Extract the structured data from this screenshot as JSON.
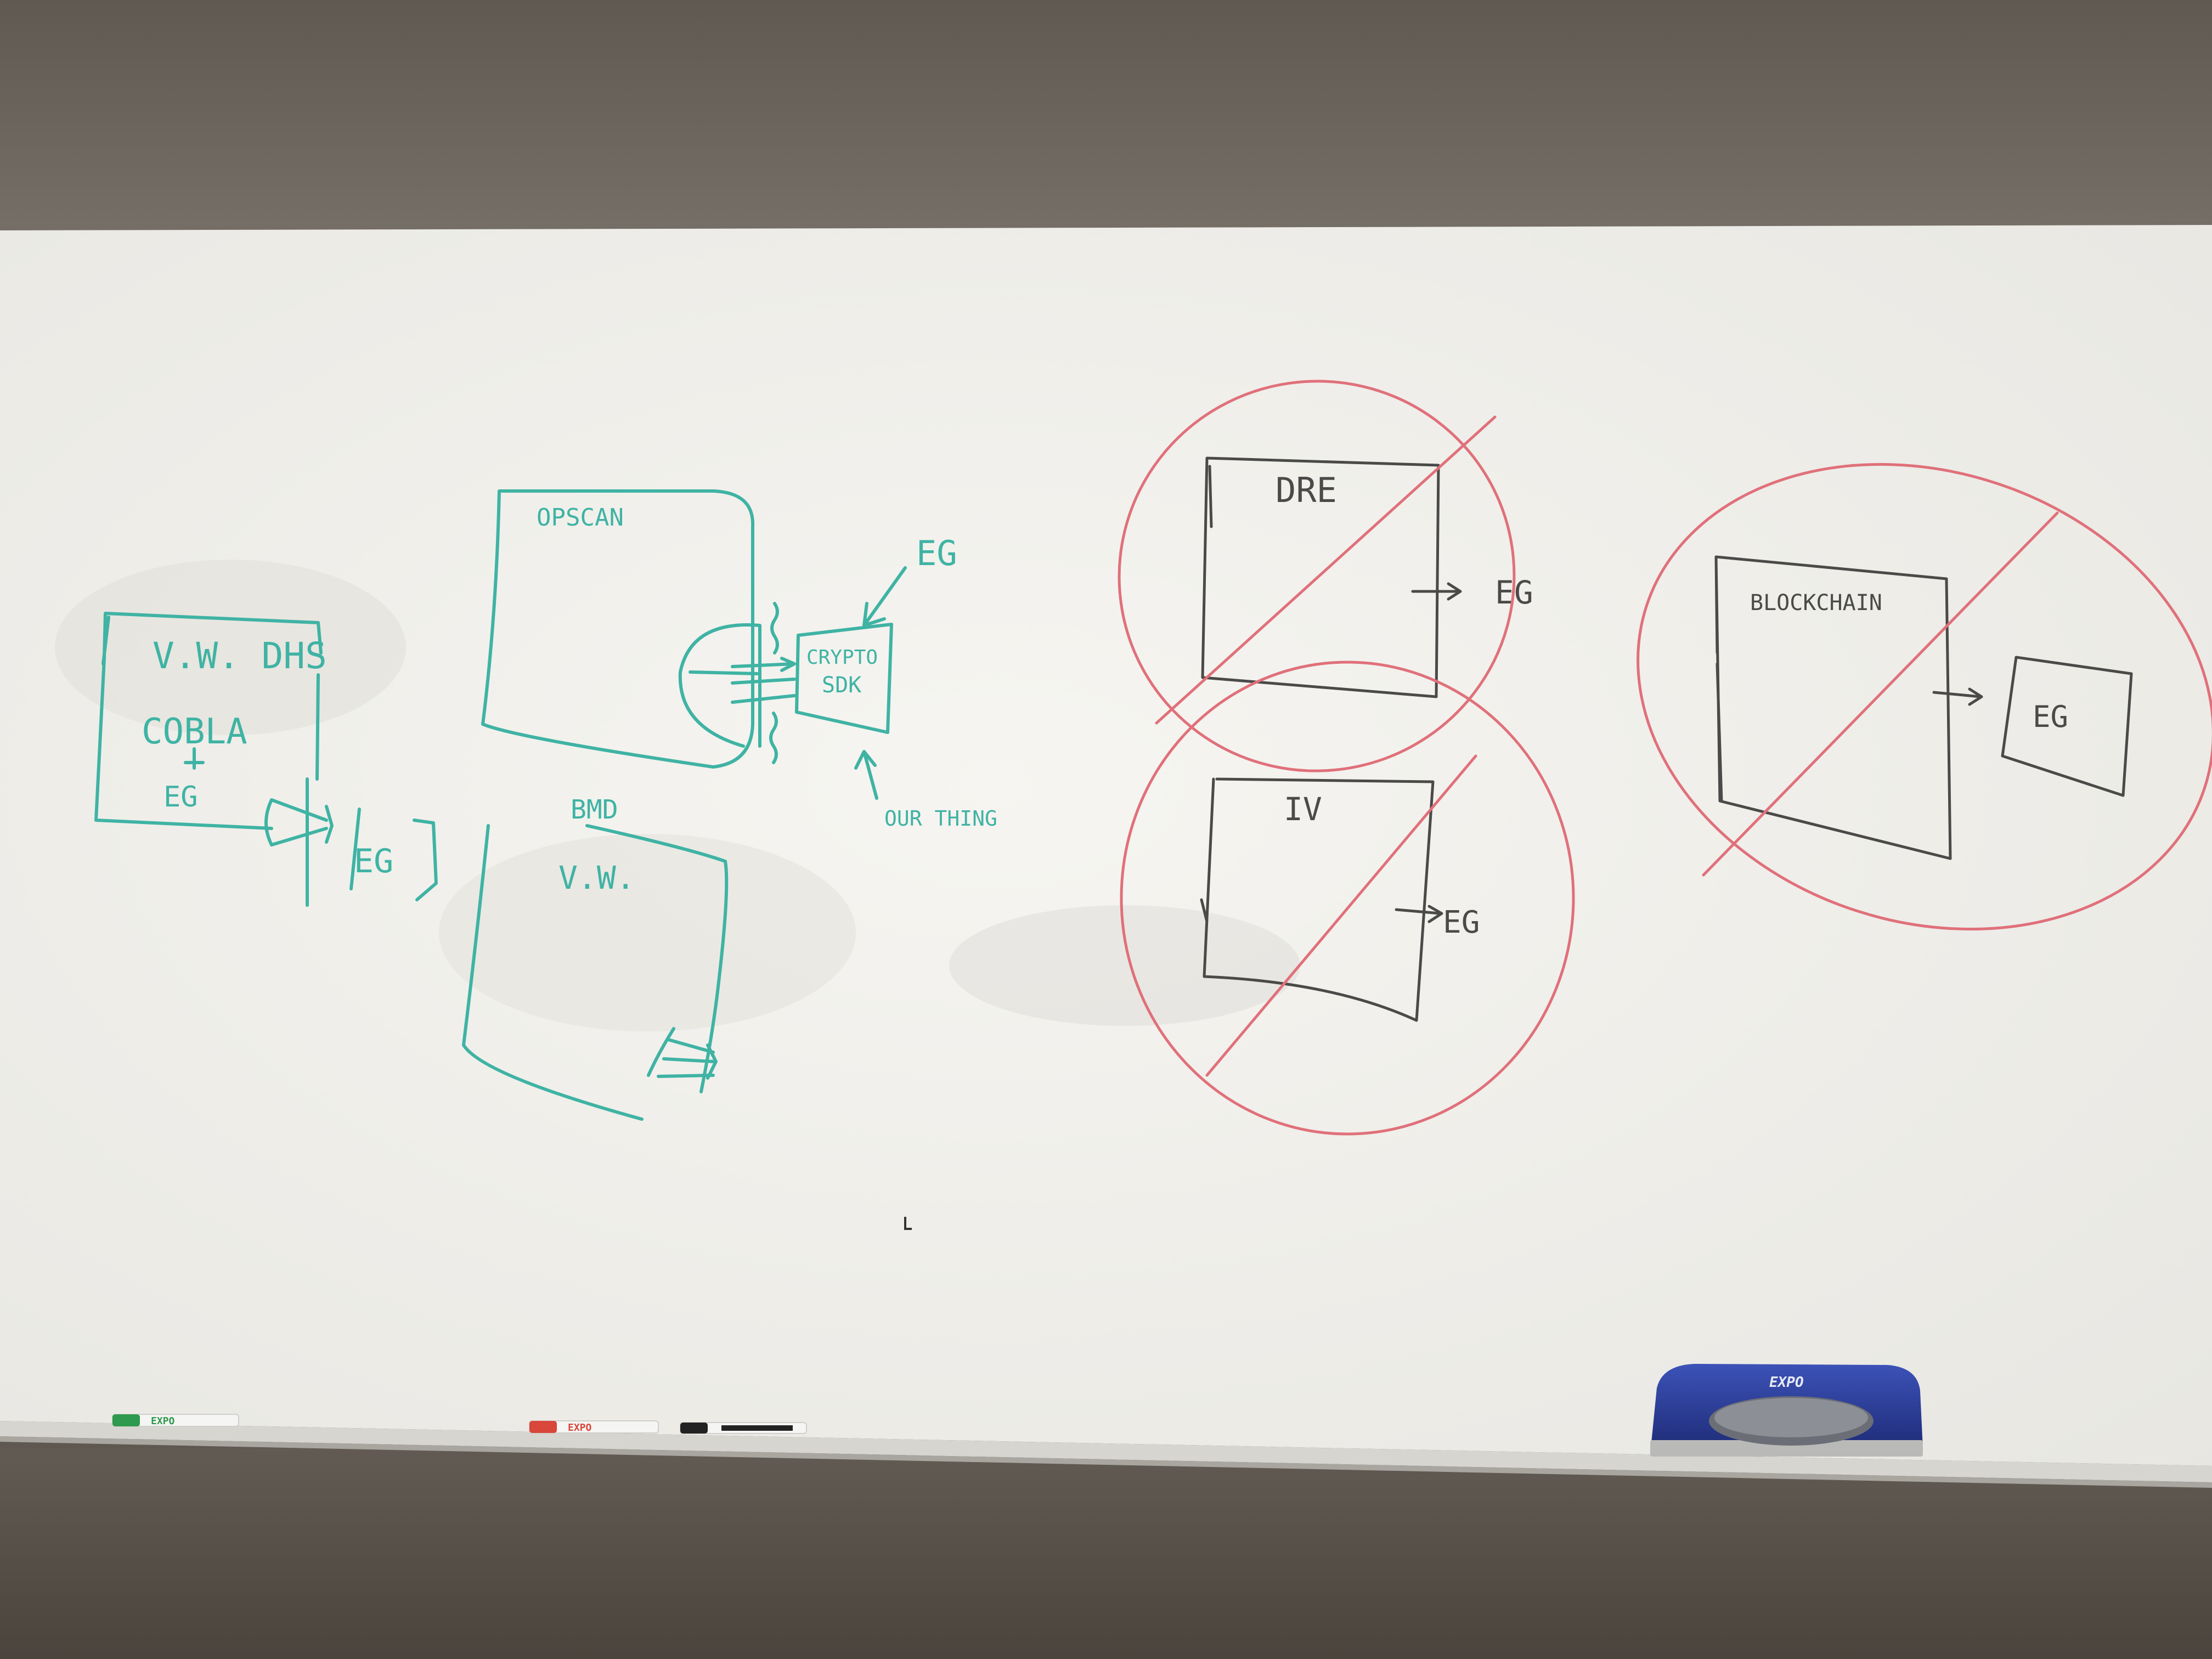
{
  "colors": {
    "wall_top": "#6e675f",
    "wall_bottom": "#4d4740",
    "board": "#f1f0ec",
    "teal_marker": "#3fb3a4",
    "red_marker": "#e0707a",
    "black_marker": "#4a4a48",
    "tray": "#d7d5d0",
    "eraser_blue": "#2a3b94"
  },
  "teal_labels": {
    "vw_dhs": "V.W. DHS",
    "cobla": "COBLA",
    "cobla_eg": "EG",
    "eg_left": "EG",
    "opscan": "OPSCAN",
    "crypto": "CRYPTO",
    "sdk": "SDK",
    "eg_top": "EG",
    "our_thing": "OUR THING",
    "bmd": "BMD",
    "bmd_vw": "V.W."
  },
  "black_labels": {
    "dre": "DRE",
    "dre_eg": "EG",
    "iv": "IV",
    "iv_eg": "EG",
    "blockchain": "BLOCKCHAIN",
    "blockchain_eg": "EG"
  },
  "eraser_brand": "EXPO",
  "marker_brand": "EXPO",
  "icons": {
    "crossed_option": "circle-slash-icon",
    "flow": "arrow-icon",
    "scanner": "ballot-scanner-icon"
  }
}
